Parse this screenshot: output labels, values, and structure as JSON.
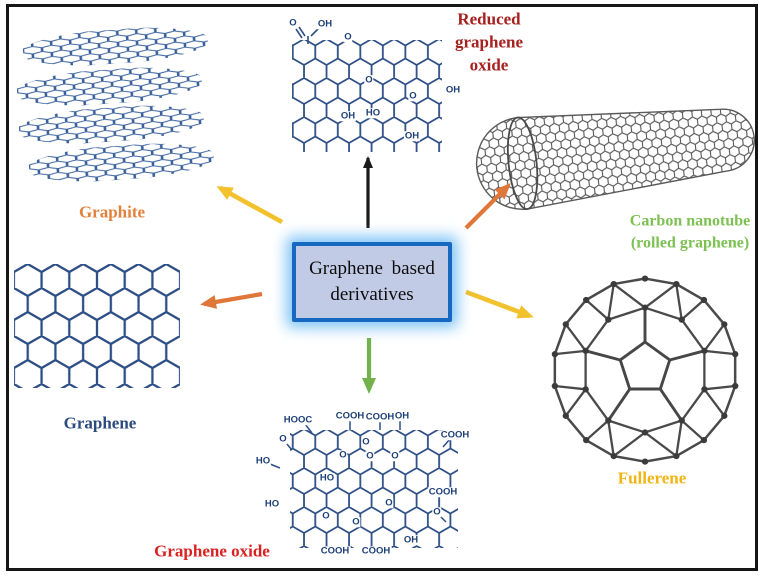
{
  "box": {
    "title_line1": "Graphene based",
    "title_line2": "derivatives"
  },
  "labels": {
    "graphite": "Graphite",
    "rgo_line1": "Reduced",
    "rgo_line2": "graphene",
    "rgo_line3": "oxide",
    "cnt_line1": "Carbon nanotube",
    "cnt_line2": "(rolled graphene)",
    "graphene": "Graphene",
    "fullerene": "Fullerene",
    "go": "Graphene oxide"
  },
  "chem": {
    "rgo": [
      "O",
      "OH",
      "O",
      "O",
      "OH",
      "O",
      "OH",
      "HO",
      "OH"
    ],
    "go": [
      "HOOC",
      "COOH",
      "COOH",
      "OH",
      "COOH",
      "O",
      "HO",
      "O",
      "O",
      "O",
      "O",
      "HO",
      "COOH",
      "HO",
      "O",
      "O",
      "O",
      "O",
      "OH",
      "COOH",
      "COOH"
    ]
  },
  "colors": {
    "box_fill": "#c2cbe6",
    "box_border": "#1668c0",
    "box_glow": "#9fd1f2",
    "arrow_yellow": "#f2c12e",
    "arrow_orange": "#e0773a",
    "arrow_green": "#72b14b",
    "arrow_black": "#1a1a1a",
    "label_graphite": "#e2813c",
    "label_reduced_graphene_oxide": "#a6201f",
    "label_carbon_nanotube": "#7cc152",
    "label_graphene": "#2b4a7d",
    "label_fullerene": "#f0b413",
    "label_graphene_oxide": "#d92121",
    "lattice_blue": "#2e4f86",
    "structure_gray": "#4a4a4a"
  }
}
